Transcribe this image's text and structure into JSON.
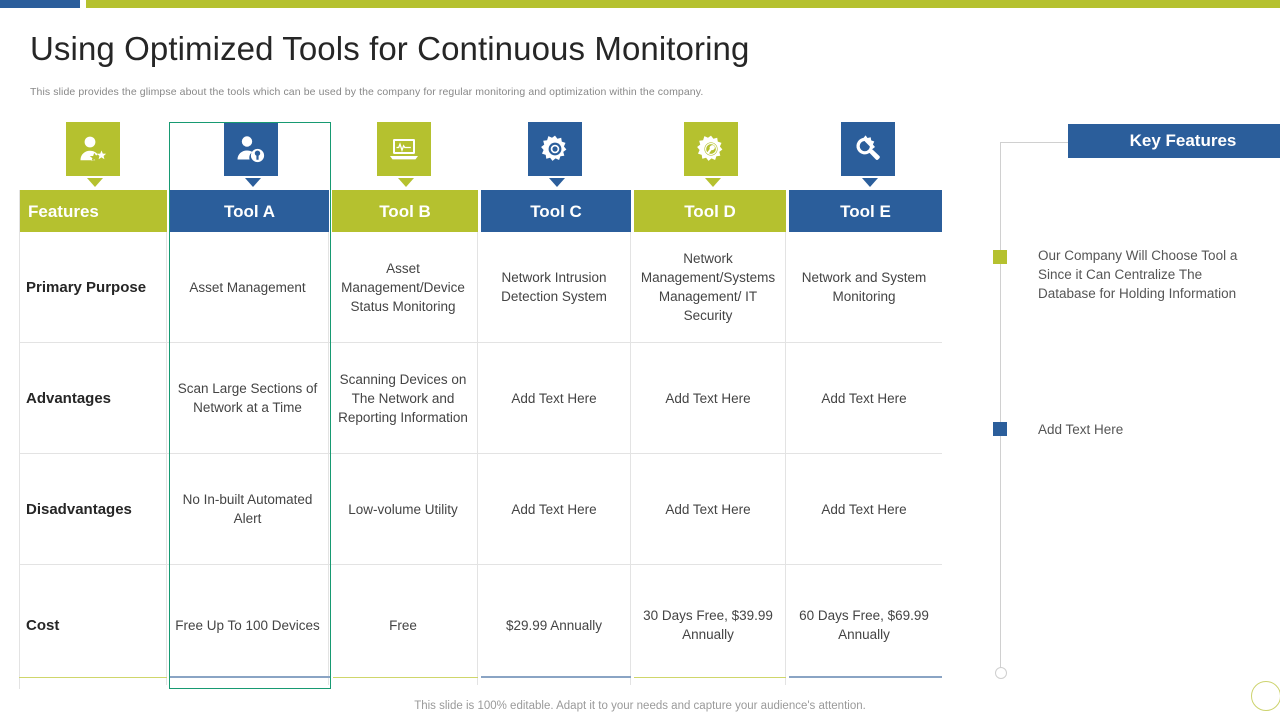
{
  "accent": {
    "green": "#b5c12f",
    "blue": "#2b5e9b",
    "highlight": "#179a72",
    "text_dark": "#262626",
    "text_body": "#444444"
  },
  "header": {
    "title": "Using Optimized Tools for Continuous Monitoring",
    "subtitle": "This slide provides the glimpse about the tools which can be used by the company for regular monitoring and optimization within the company."
  },
  "icons": [
    {
      "name": "user-star-icon",
      "color": "green"
    },
    {
      "name": "user-key-icon",
      "color": "blue"
    },
    {
      "name": "laptop-monitor-icon",
      "color": "green"
    },
    {
      "name": "gear-icon",
      "color": "blue"
    },
    {
      "name": "gear-wrench-icon",
      "color": "green"
    },
    {
      "name": "gear-wrench-overlay-icon",
      "color": "blue"
    }
  ],
  "table": {
    "columns": [
      {
        "label": "Features",
        "color": "green"
      },
      {
        "label": "Tool A",
        "color": "blue"
      },
      {
        "label": "Tool B",
        "color": "green"
      },
      {
        "label": "Tool C",
        "color": "blue"
      },
      {
        "label": "Tool D",
        "color": "green"
      },
      {
        "label": "Tool E",
        "color": "blue"
      }
    ],
    "rows": [
      {
        "feature": "Primary Purpose",
        "cells": [
          "Asset Management",
          "Asset Management/Device Status Monitoring",
          "Network Intrusion Detection System",
          "Network Management/Systems Management/ IT Security",
          "Network and System Monitoring"
        ]
      },
      {
        "feature": "Advantages",
        "cells": [
          "Scan Large Sections of Network at a Time",
          "Scanning Devices on The Network and Reporting Information",
          "Add Text Here",
          "Add Text Here",
          "Add Text Here"
        ]
      },
      {
        "feature": "Disadvantages",
        "cells": [
          "No In-built Automated Alert",
          "Low-volume Utility",
          "Add Text Here",
          "Add Text Here",
          "Add Text Here"
        ]
      },
      {
        "feature": "Cost",
        "cells": [
          "Free Up To 100 Devices",
          "Free",
          "$29.99 Annually",
          "30 Days Free, $39.99 Annually",
          "60 Days Free, $69.99 Annually"
        ]
      }
    ]
  },
  "key_features": {
    "title": "Key Features",
    "items": [
      {
        "bullet_color": "green",
        "text": "Our Company Will Choose Tool a Since it Can Centralize The Database for Holding Information"
      },
      {
        "bullet_color": "blue",
        "text": "Add Text Here"
      }
    ]
  },
  "footer": {
    "note": "This slide is 100% editable. Adapt it to your needs and capture your audience's attention."
  }
}
